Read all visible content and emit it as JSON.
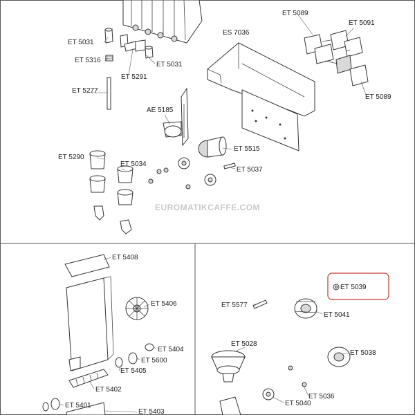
{
  "watermark": "EUROMATIKCAFFE.COM",
  "highlight_color": "#c0392b",
  "labels": {
    "et5089_top": "ET 5089",
    "et5091": "ET 5091",
    "es7036": "ES 7036",
    "et5031_a": "ET 5031",
    "et5316": "ET 5316",
    "et5291": "ET 5291",
    "et5031_b": "ET 5031",
    "et5089_bottom": "ET 5089",
    "et5277": "ET 5277",
    "ae5185": "AE 5185",
    "et5515": "ET 5515",
    "et5290": "ET 5290",
    "et5034": "ET 5034",
    "et5037": "ET 5037",
    "et5408": "ET 5408",
    "et5406": "ET 5406",
    "et5404": "ET 5404",
    "et5600": "ET 5600",
    "et5405": "ET 5405",
    "et5402": "ET 5402",
    "et5401": "ET 5401",
    "et5403": "ET 5403",
    "et5039": "ET 5039",
    "et5577": "ET 5577",
    "et5041": "ET 5041",
    "et5028": "ET 5028",
    "et5038": "ET 5038",
    "et5040": "ET 5040",
    "et5036": "ET 5036"
  }
}
